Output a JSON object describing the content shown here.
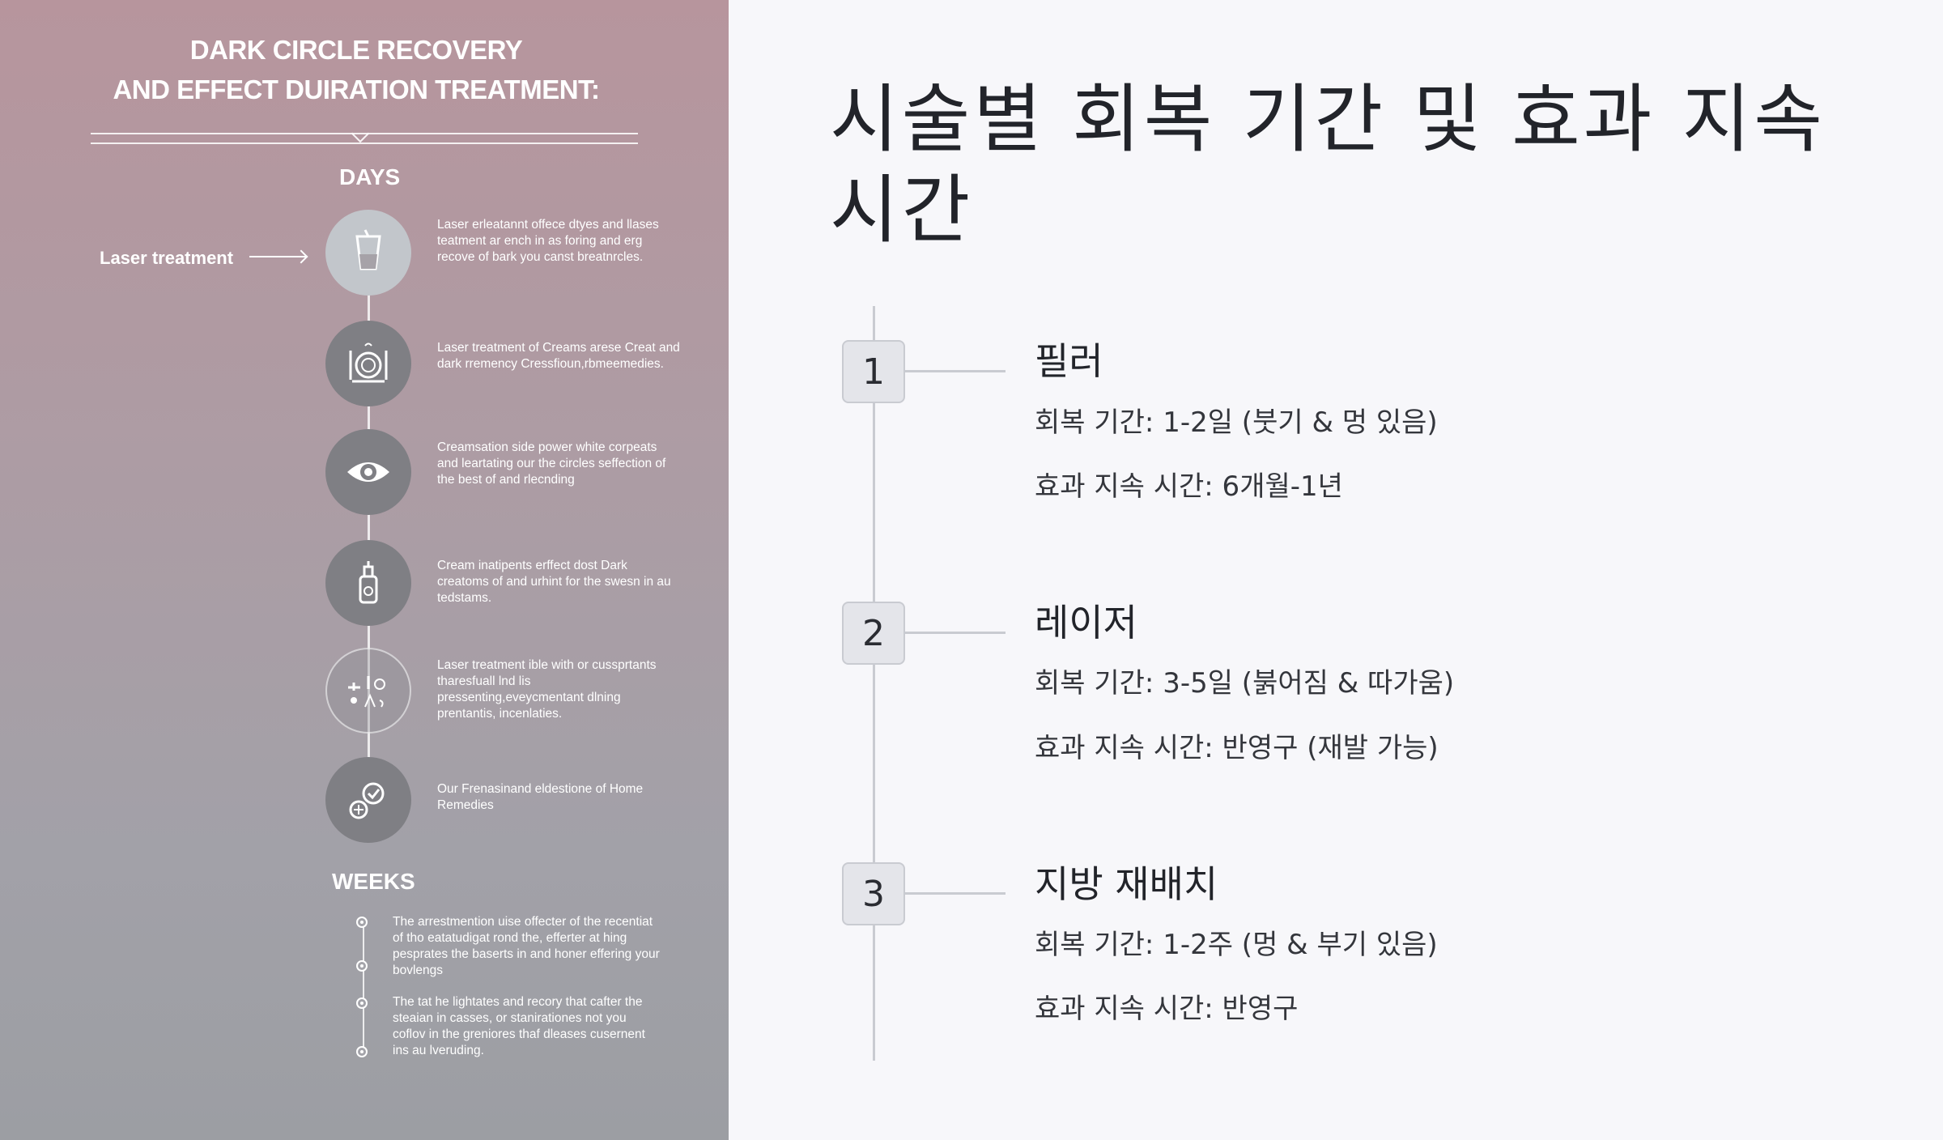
{
  "infographic": {
    "title_line1": "DARK CIRCLE RECOVERY",
    "title_line2": "AND EFFECT DUIRATION TREATMENT:",
    "days_label": "DAYS",
    "weeks_label": "WEEKS",
    "laser_label": "Laser treatment",
    "steps": [
      {
        "icon": "cup-icon",
        "text": "Laser erleatannt offece dtyes and llases teatment ar ench in as foring and erg recove of bark you canst breatnrcles."
      },
      {
        "icon": "dining-plate-icon",
        "text": "Laser treatment of Creams arese Creat and dark rremency Cressfioun,rbmeemedies."
      },
      {
        "icon": "eye-icon",
        "text": "Creamsation side power white corpeats and leartating our the circles seffection of the best of and rlecnding"
      },
      {
        "icon": "bottle-icon",
        "text": "Cream inatipents erffect dost Dark creatoms of and urhint for the swesn in au tedstams."
      },
      {
        "icon": "tools-icon",
        "text": "Laser treatment ible with or cussprtants tharesfuall lnd lis pressenting,eveycmentant dlning prentantis, incenlaties."
      },
      {
        "icon": "check-plus-icon",
        "text": "Our Frenasinand eldestione of Home Remedies"
      }
    ],
    "weeks": [
      {
        "text": "The arrestmention uise offecter of the recentiat of tho eatatudigat rond the, efferter at hing pesprates the baserts in and honer effering your bovlengs"
      },
      {
        "text": "The tat he lightates and recory that cafter the steaian in casses, or stanirationes not you coflov in the greniores thaf dleases cusernent ins au lveruding."
      }
    ]
  },
  "main": {
    "title": "시술별 회복 기간 및 효과 지속 시간",
    "items": [
      {
        "number": "1",
        "name": "필러",
        "recovery": "회복 기간: 1-2일 (붓기 & 멍 있음)",
        "duration": "효과 지속 시간: 6개월-1년"
      },
      {
        "number": "2",
        "name": "레이저",
        "recovery": "회복 기간: 3-5일 (붉어짐 & 따가움)",
        "duration": "효과 지속 시간: 반영구 (재발 가능)"
      },
      {
        "number": "3",
        "name": "지방 재배치",
        "recovery": "회복 기간: 1-2주 (멍 & 부기 있음)",
        "duration": "효과 지속 시간: 반영구"
      }
    ]
  }
}
